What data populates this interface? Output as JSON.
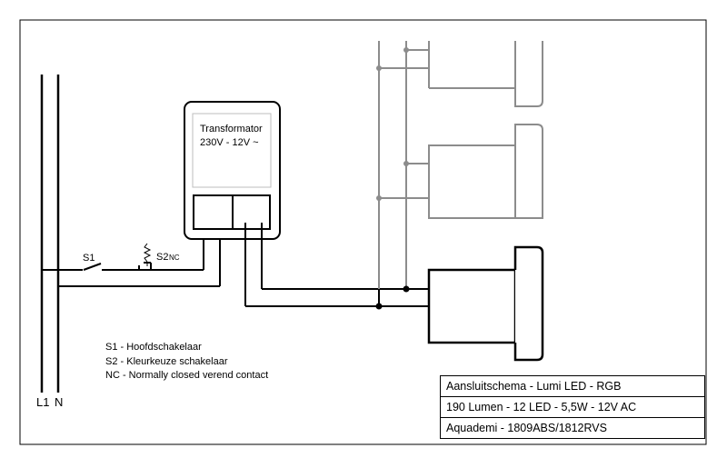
{
  "transformer": {
    "title": "Transformator",
    "spec": "230V - 12V ~"
  },
  "switches": {
    "s1": "S1",
    "s2": "S2",
    "s2_sub": "NC"
  },
  "bus_labels": {
    "l1": "L1",
    "n": "N"
  },
  "legend": [
    "S1 - Hoofdschakelaar",
    "S2 - Kleurkeuze schakelaar",
    "NC - Normally closed verend contact"
  ],
  "title_block": [
    "Aansluitschema - Lumi LED - RGB",
    "190 Lumen - 12 LED - 5,5W - 12V AC",
    "Aquademi - 1809ABS/1812RVS"
  ],
  "colors": {
    "wire": "#000000",
    "inactive": "#8c8c8c"
  }
}
